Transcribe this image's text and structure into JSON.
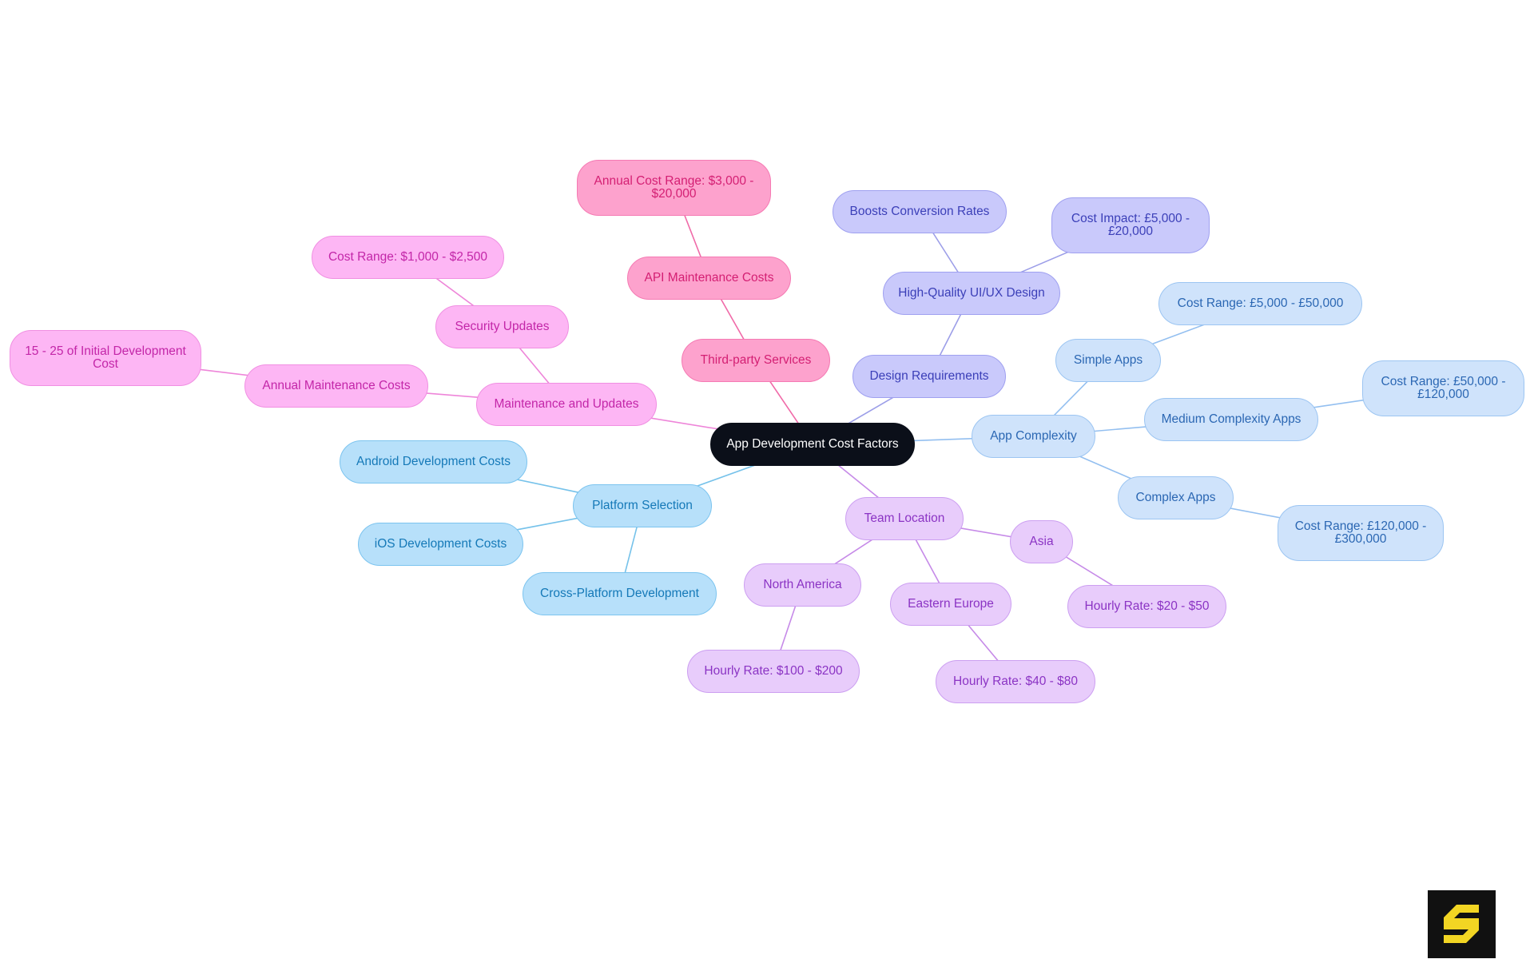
{
  "diagram": {
    "type": "mindmap",
    "colors": {
      "root": {
        "fill": "#0b0f19",
        "border": "#0b0f19",
        "text": "#ffffff"
      },
      "platform": {
        "fill": "#b7e0fa",
        "border": "#7cc4ef",
        "text": "#1579b8",
        "edge": "#76c2ea"
      },
      "complexity": {
        "fill": "#cfe3fb",
        "border": "#9cc5f2",
        "text": "#2b67b3",
        "edge": "#93bff0"
      },
      "design": {
        "fill": "#c9c9fb",
        "border": "#9fa0f0",
        "text": "#3b3fb8",
        "edge": "#9c9ee8"
      },
      "location": {
        "fill": "#e8ccfb",
        "border": "#cc9ff1",
        "text": "#8b34c4",
        "edge": "#c68ae8"
      },
      "maintenance": {
        "fill": "#fdb6f4",
        "border": "#f08fe2",
        "text": "#c326a8",
        "edge": "#ee85d9"
      },
      "thirdparty": {
        "fill": "#fda2cd",
        "border": "#f57ab3",
        "text": "#d41f73",
        "edge": "#f06aa8"
      }
    },
    "nodes": [
      {
        "id": "root",
        "label": "App Development Cost Factors",
        "group": "root"
      },
      {
        "id": "platform",
        "label": "Platform Selection",
        "group": "platform",
        "parent": "root"
      },
      {
        "id": "android",
        "label": "Android Development Costs",
        "group": "platform",
        "parent": "platform"
      },
      {
        "id": "ios",
        "label": "iOS Development Costs",
        "group": "platform",
        "parent": "platform"
      },
      {
        "id": "cross",
        "label": "Cross-Platform Development",
        "group": "platform",
        "parent": "platform"
      },
      {
        "id": "complexity",
        "label": "App Complexity",
        "group": "complexity",
        "parent": "root"
      },
      {
        "id": "simple",
        "label": "Simple Apps",
        "group": "complexity",
        "parent": "complexity"
      },
      {
        "id": "simple_cost",
        "label": "Cost Range: £5,000 - £50,000",
        "group": "complexity",
        "parent": "simple"
      },
      {
        "id": "medium",
        "label": "Medium Complexity Apps",
        "group": "complexity",
        "parent": "complexity"
      },
      {
        "id": "medium_cost",
        "label": "Cost Range: £50,000 - £120,000",
        "group": "complexity",
        "parent": "medium"
      },
      {
        "id": "complex",
        "label": "Complex Apps",
        "group": "complexity",
        "parent": "complexity"
      },
      {
        "id": "complex_cost",
        "label": "Cost Range: £120,000 - £300,000",
        "group": "complexity",
        "parent": "complex"
      },
      {
        "id": "design",
        "label": "Design Requirements",
        "group": "design",
        "parent": "root"
      },
      {
        "id": "uiux",
        "label": "High-Quality UI/UX Design",
        "group": "design",
        "parent": "design"
      },
      {
        "id": "boosts",
        "label": "Boosts Conversion Rates",
        "group": "design",
        "parent": "uiux"
      },
      {
        "id": "impact",
        "label": "Cost Impact: £5,000 - £20,000",
        "group": "design",
        "parent": "uiux"
      },
      {
        "id": "location",
        "label": "Team Location",
        "group": "location",
        "parent": "root"
      },
      {
        "id": "asia",
        "label": "Asia",
        "group": "location",
        "parent": "location"
      },
      {
        "id": "asia_rate",
        "label": "Hourly Rate: $20 - $50",
        "group": "location",
        "parent": "asia"
      },
      {
        "id": "eeurope",
        "label": "Eastern Europe",
        "group": "location",
        "parent": "location"
      },
      {
        "id": "eeurope_rate",
        "label": "Hourly Rate: $40 - $80",
        "group": "location",
        "parent": "eeurope"
      },
      {
        "id": "namerica",
        "label": "North America",
        "group": "location",
        "parent": "location"
      },
      {
        "id": "namerica_rate",
        "label": "Hourly Rate: $100 - $200",
        "group": "location",
        "parent": "namerica"
      },
      {
        "id": "maintenance",
        "label": "Maintenance and Updates",
        "group": "maintenance",
        "parent": "root"
      },
      {
        "id": "security",
        "label": "Security Updates",
        "group": "maintenance",
        "parent": "maintenance"
      },
      {
        "id": "security_cost",
        "label": "Cost Range: $1,000 - $2,500",
        "group": "maintenance",
        "parent": "security"
      },
      {
        "id": "annual",
        "label": "Annual Maintenance Costs",
        "group": "maintenance",
        "parent": "maintenance"
      },
      {
        "id": "annual_pct",
        "label": "15 - 25 of Initial Development Cost",
        "group": "maintenance",
        "parent": "annual"
      },
      {
        "id": "thirdparty",
        "label": "Third-party Services",
        "group": "thirdparty",
        "parent": "root"
      },
      {
        "id": "api",
        "label": "API Maintenance Costs",
        "group": "thirdparty",
        "parent": "thirdparty"
      },
      {
        "id": "api_cost",
        "label": "Annual Cost Range: $3,000 - $20,000",
        "group": "thirdparty",
        "parent": "api"
      }
    ]
  }
}
